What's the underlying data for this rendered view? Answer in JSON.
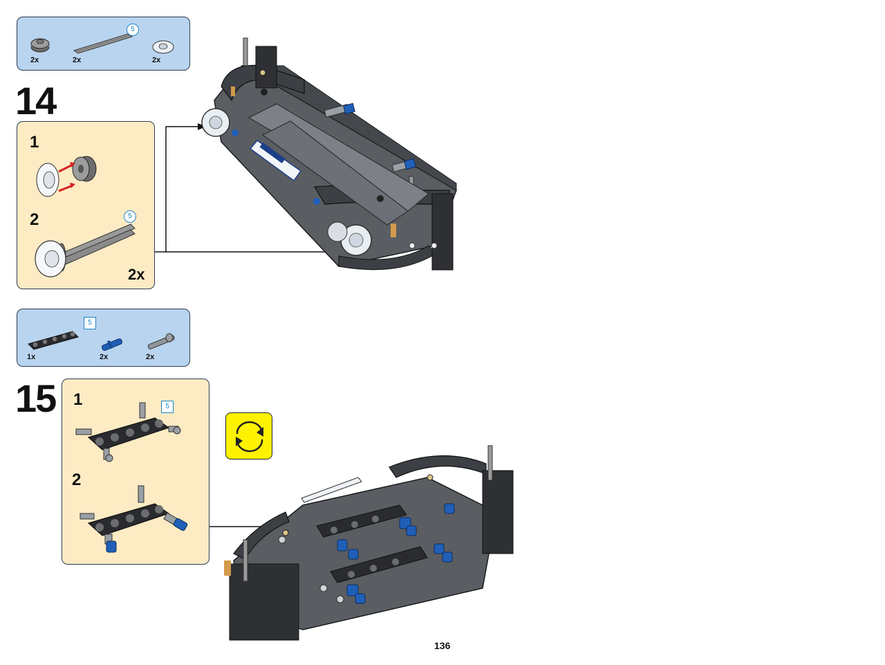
{
  "parts_panels": [
    {
      "items": [
        {
          "qty": "2x",
          "part": "round-plate-icon"
        },
        {
          "qty": "2x",
          "part": "axle-icon",
          "length": "5"
        },
        {
          "qty": "2x",
          "part": "dish-icon"
        }
      ]
    },
    {
      "items": [
        {
          "qty": "1x",
          "part": "liftarm-icon",
          "length": "5"
        },
        {
          "qty": "2x",
          "part": "blue-pin-icon"
        },
        {
          "qty": "2x",
          "part": "grey-pin-icon"
        }
      ]
    }
  ],
  "steps": [
    {
      "number": "14",
      "substeps": [
        {
          "number": "1"
        },
        {
          "number": "2",
          "length": "5"
        }
      ],
      "multiplier": "2x"
    },
    {
      "number": "15",
      "substeps": [
        {
          "number": "1",
          "length": "5"
        },
        {
          "number": "2"
        }
      ]
    }
  ],
  "page": {
    "number": "136"
  },
  "colors": {
    "parts_bg": "#b9d4ef",
    "step_bg": "#fdebc4",
    "rotate_bg": "#fff200",
    "length_badge": "#1e84c8"
  }
}
